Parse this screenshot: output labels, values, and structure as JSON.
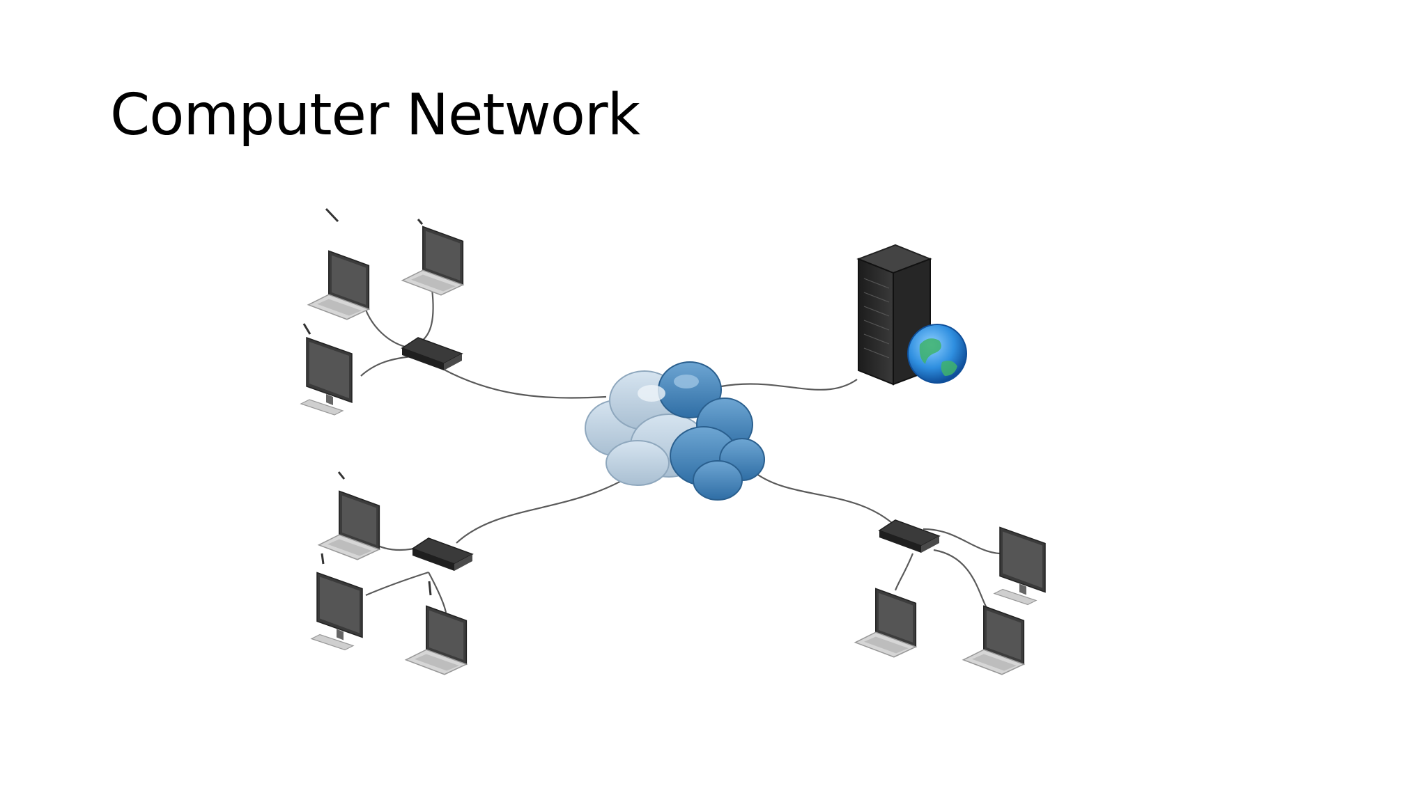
{
  "slide": {
    "title": "Computer Network"
  },
  "diagram": {
    "nodes": [
      {
        "name": "cloud-icon",
        "type": "internet-cloud"
      },
      {
        "name": "server-icon",
        "type": "server-rack-with-globe"
      },
      {
        "name": "switch-icon",
        "group": "top-left"
      },
      {
        "name": "switch-icon",
        "group": "bottom-left"
      },
      {
        "name": "switch-icon",
        "group": "bottom-right"
      },
      {
        "name": "laptop-icon",
        "group": "top-left",
        "count": 2
      },
      {
        "name": "desktop-icon",
        "group": "top-left",
        "count": 1
      },
      {
        "name": "laptop-icon",
        "group": "bottom-left",
        "count": 2
      },
      {
        "name": "desktop-icon",
        "group": "bottom-left",
        "count": 1
      },
      {
        "name": "laptop-icon",
        "group": "bottom-right",
        "count": 2
      },
      {
        "name": "desktop-icon",
        "group": "bottom-right",
        "count": 1
      }
    ],
    "colors": {
      "cloud_light": "#b8d0e4",
      "cloud_dark": "#3f7fb5",
      "device": "#3a3a3a",
      "device_light": "#cfcfcf",
      "cable": "#555555",
      "globe": "#2f8fe0"
    }
  }
}
